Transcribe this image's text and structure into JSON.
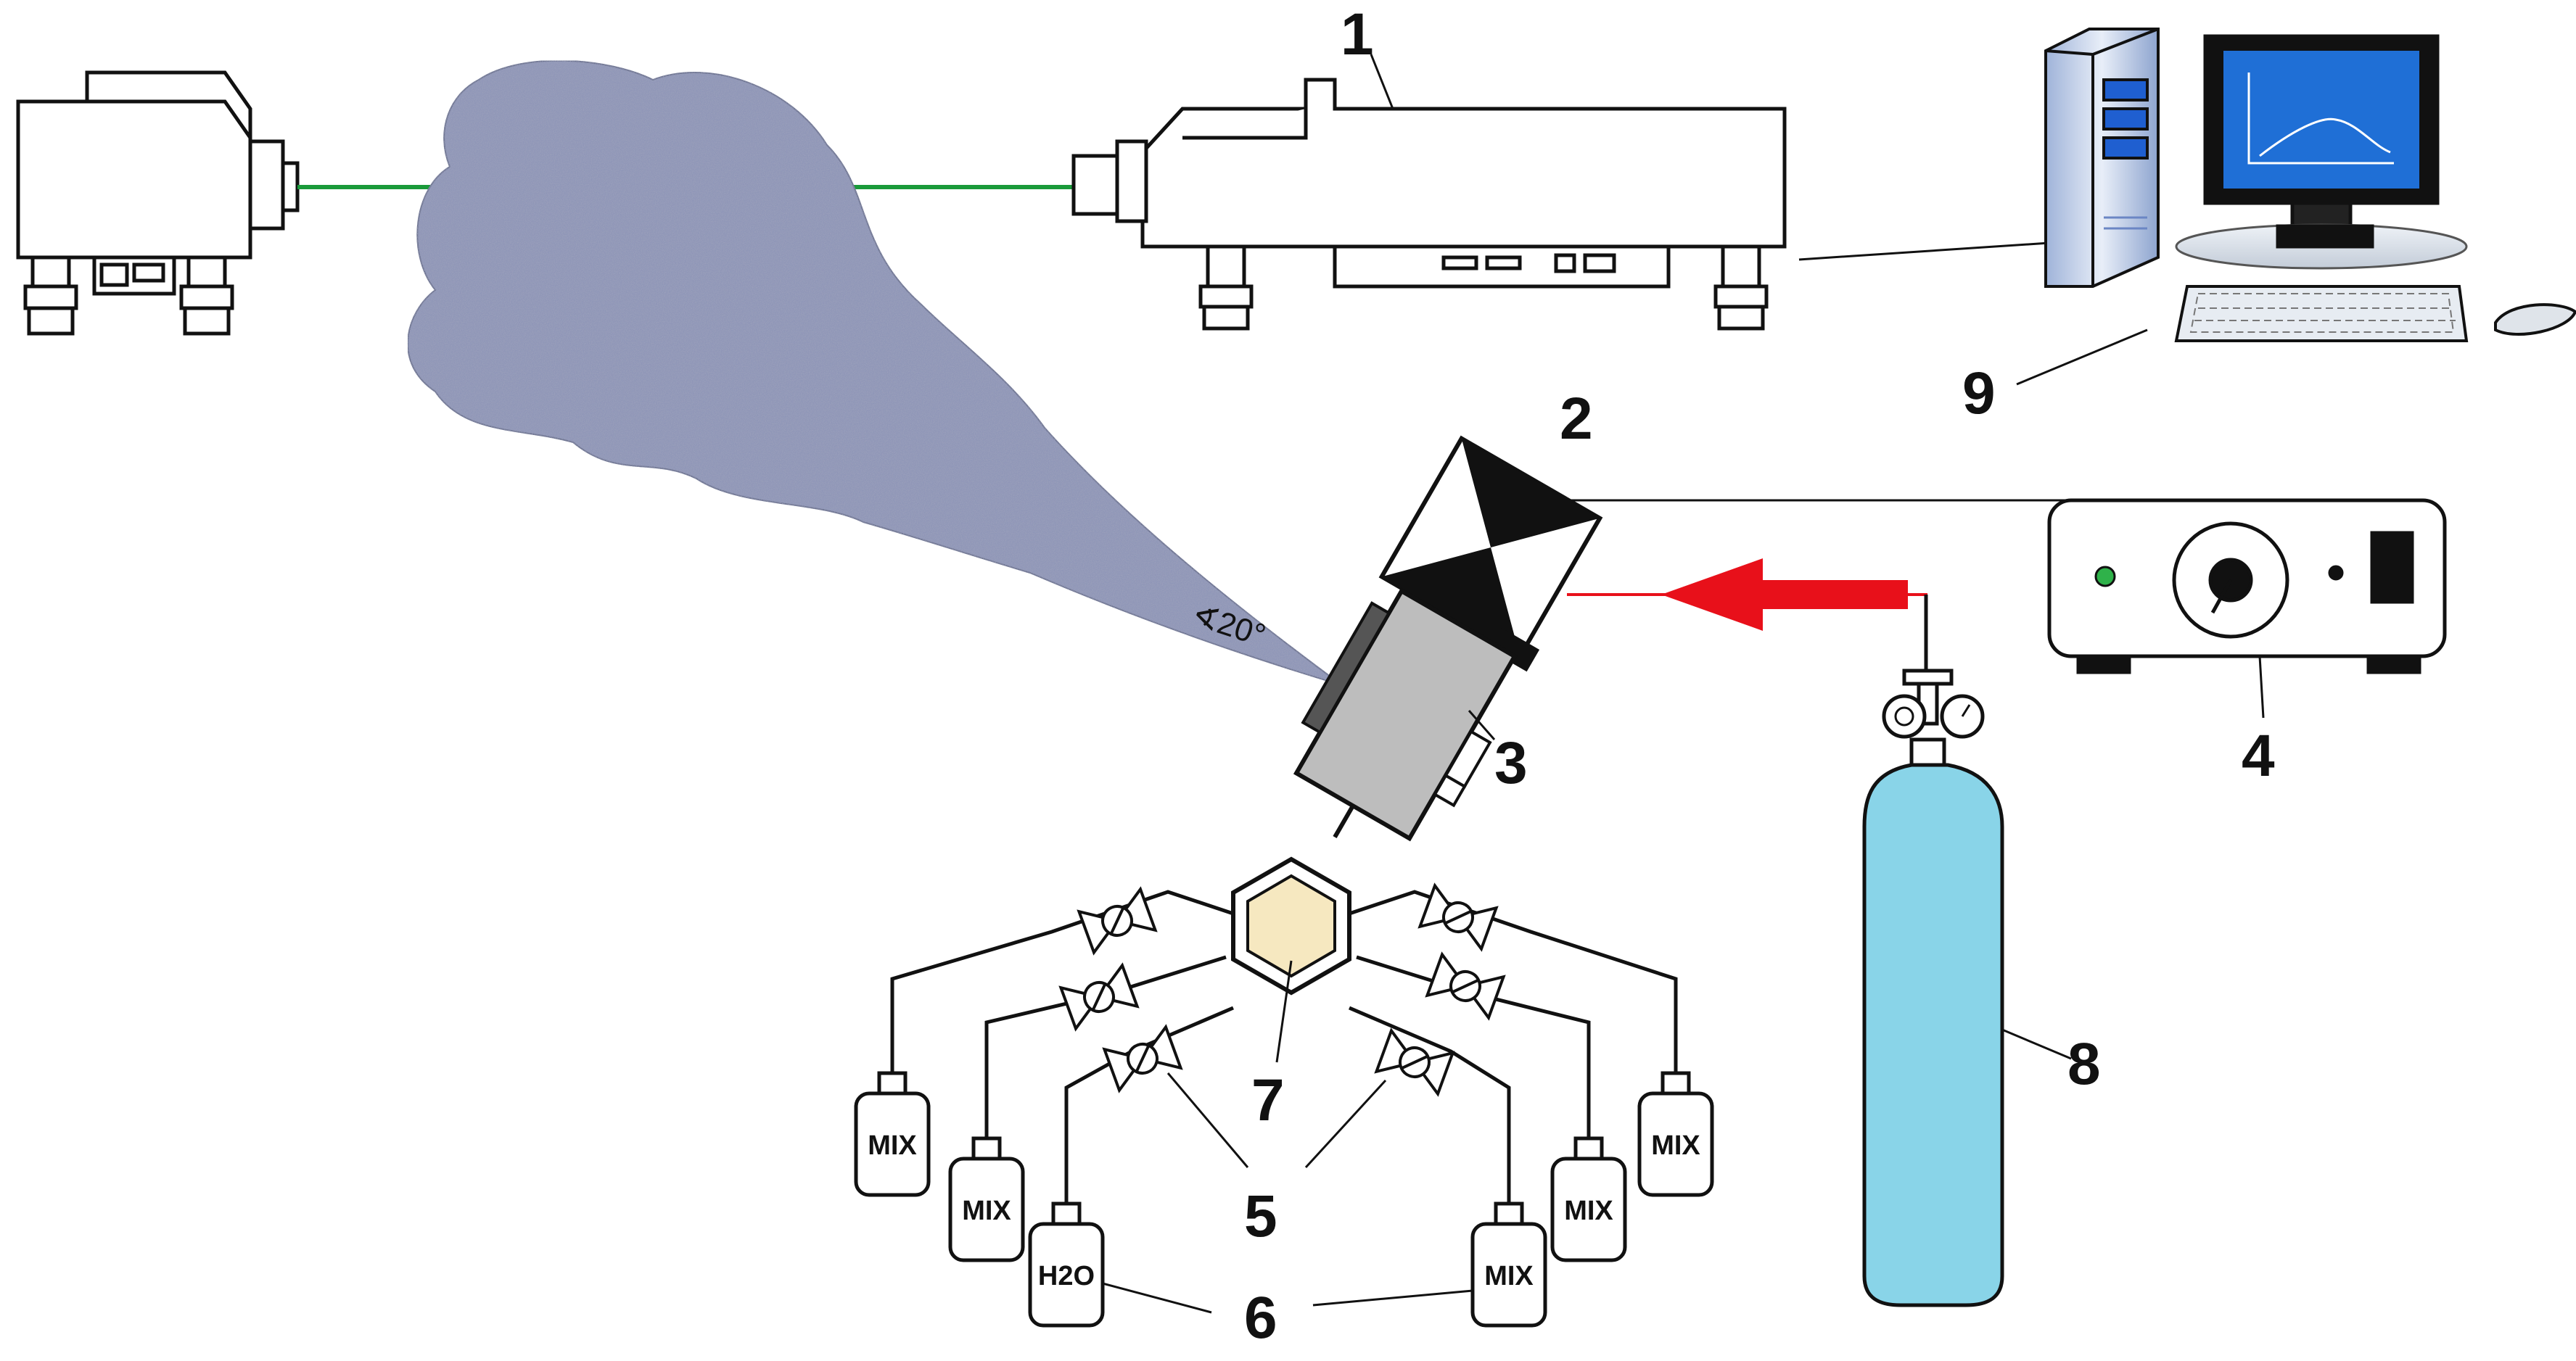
{
  "labels": {
    "n1": "1",
    "n2": "2",
    "n3": "3",
    "n4": "4",
    "n5": "5",
    "n6": "6",
    "n7": "7",
    "n8": "8",
    "n9": "9",
    "angle": "∢20°"
  },
  "bottles": {
    "b1": "MIX",
    "b2": "MIX",
    "b3": "H2O",
    "b4": "MIX",
    "b5": "MIX",
    "b6": "MIX"
  },
  "colors": {
    "laser_beam": "#1a9a3a",
    "gas_arrow": "#e8101a",
    "spray_cloud": "#8f96b8",
    "gas_cylinder": "#89d4e8",
    "mixing_chamber": "#f6e8c0",
    "screen": "#1f6fd6"
  }
}
